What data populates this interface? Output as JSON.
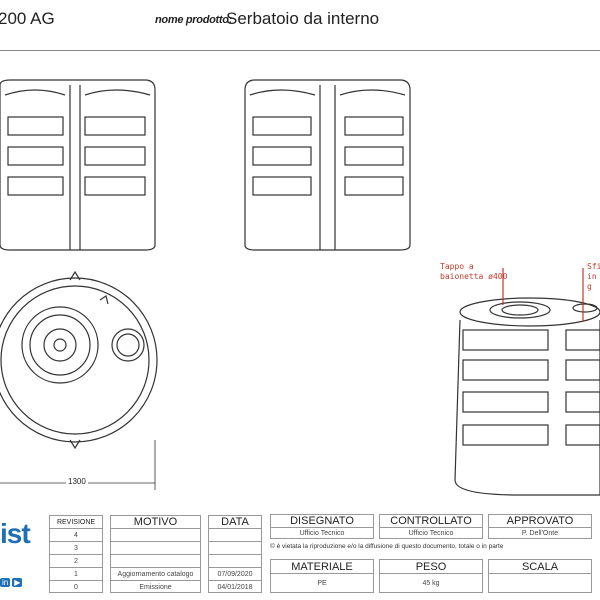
{
  "header": {
    "code": "200 AG",
    "product_label": "nome prodotto:",
    "product_name": "Serbatoio da interno"
  },
  "drawing": {
    "dimension": "1300",
    "callout_cap": [
      "Tappo a",
      "baionetta ø400"
    ],
    "callout_overflow": [
      "Sfi",
      "in g"
    ]
  },
  "logo": {
    "text": "ist",
    "social": [
      "in",
      "▶"
    ]
  },
  "revisions": {
    "headers": {
      "rev": "REVISIONE",
      "motivo": "MOTIVO",
      "data": "DATA"
    },
    "rows": [
      {
        "rev": "4",
        "motivo": "",
        "data": ""
      },
      {
        "rev": "3",
        "motivo": "",
        "data": ""
      },
      {
        "rev": "2",
        "motivo": "",
        "data": ""
      },
      {
        "rev": "1",
        "motivo": "Aggiornamento catalogo",
        "data": "07/09/2020"
      },
      {
        "rev": "0",
        "motivo": "Emissione",
        "data": "04/01/2018"
      }
    ]
  },
  "signoff": {
    "disegnato": {
      "label": "DISEGNATO",
      "value": "Ufficio Tecnico"
    },
    "controllato": {
      "label": "CONTROLLATO",
      "value": "Ufficio Tecnico"
    },
    "approvato": {
      "label": "APPROVATO",
      "value": "P. Dell'Onte"
    }
  },
  "copyright": "© è vietata la riproduzione e/o la diffusione di questo documento, totale o in parte",
  "specs": {
    "materiale": {
      "label": "MATERIALE",
      "value": "PE"
    },
    "peso": {
      "label": "PESO",
      "value": "45 kg"
    },
    "scala": {
      "label": "SCALA",
      "value": ""
    }
  }
}
